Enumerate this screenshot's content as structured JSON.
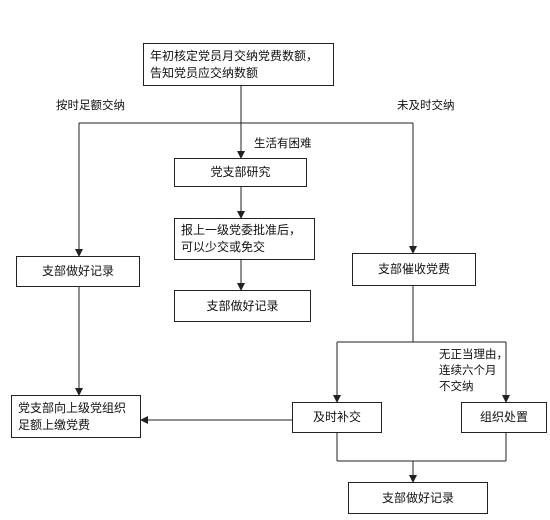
{
  "nodes": {
    "start": "年初核定党员月交纳党费数额，告知党员应交纳数额",
    "branch_study": "党支部研究",
    "branch_approval": "报上一级党委批准后，可以少交或免交",
    "record_exempt": "支部做好记录",
    "record_ontime": "支部做好记录",
    "collect": "支部催收党费",
    "report_upper": "党支部向上级党组织足额上缴党费",
    "pay_late": "及时补交",
    "org_handling": "组织处置",
    "record_final": "支部做好记录"
  },
  "edge_labels": {
    "on_time": "按时足额交纳",
    "not_on_time": "未及时交纳",
    "difficulty": "生活有困难",
    "no_reason": "无正当理由，\n连续六个月\n不交纳"
  },
  "colors": {
    "line": "#222222",
    "border": "#222222",
    "text": "#111111"
  }
}
